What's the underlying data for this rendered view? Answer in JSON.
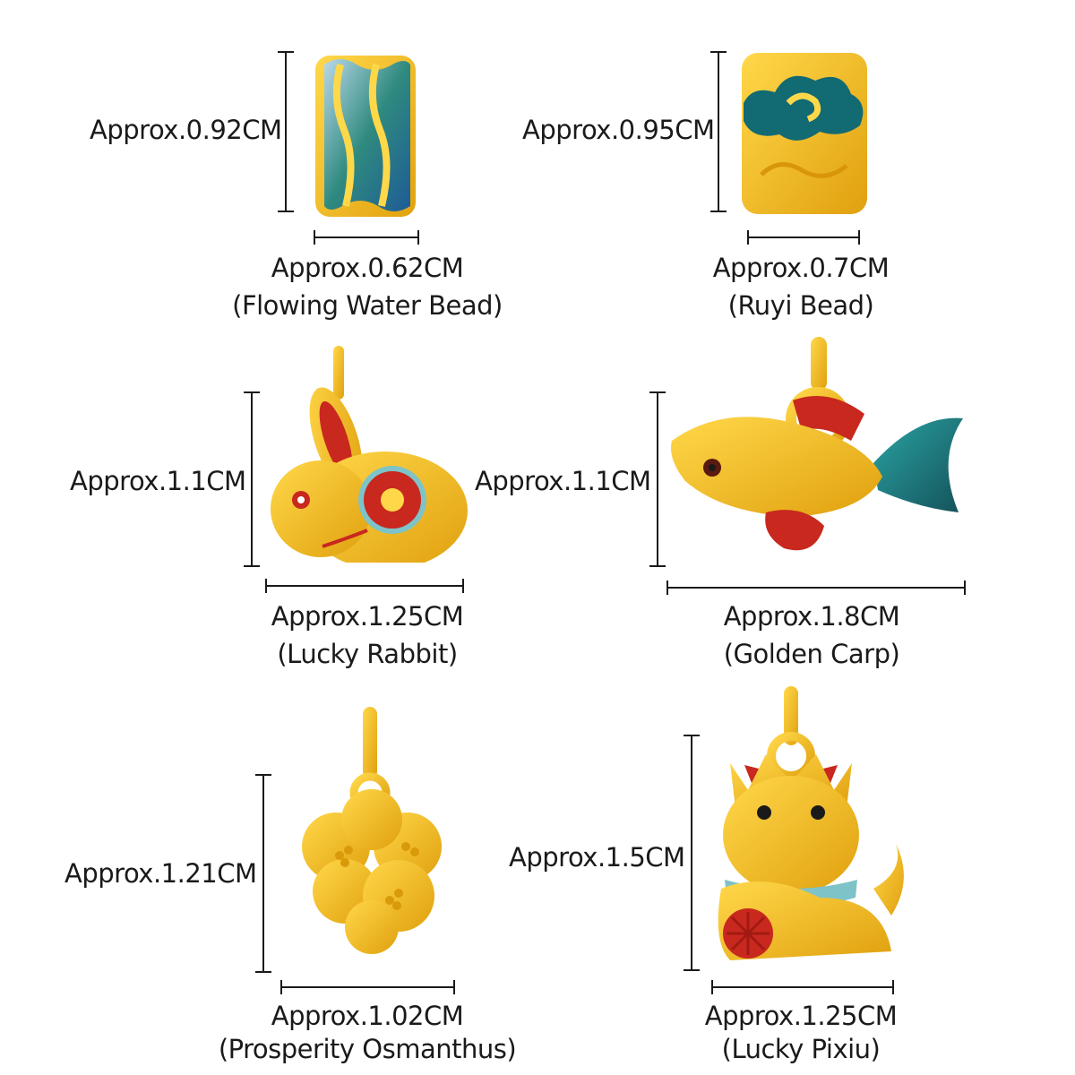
{
  "items": [
    {
      "height": "Approx.0.92CM",
      "width": "Approx.0.62CM",
      "name": "(Flowing Water Bead)"
    },
    {
      "height": "Approx.0.95CM",
      "width": "Approx.0.7CM",
      "name": "(Ruyi Bead)"
    },
    {
      "height": "Approx.1.1CM",
      "width": "Approx.1.25CM",
      "name": "(Lucky Rabbit)"
    },
    {
      "height": "Approx.1.1CM",
      "width": "Approx.1.8CM",
      "name": "(Golden Carp)"
    },
    {
      "height": "Approx.1.21CM",
      "width": "Approx.1.02CM",
      "name": "(Prosperity Osmanthus)"
    },
    {
      "height": "Approx.1.5CM",
      "width": "Approx.1.25CM",
      "name": "(Lucky Pixiu)"
    }
  ],
  "colors": {
    "gold": "#f5c22a",
    "gold_dark": "#d99a0a",
    "enamel_teal": "#1f8a8a",
    "enamel_red": "#c8281e",
    "line": "#1a1a1a"
  }
}
